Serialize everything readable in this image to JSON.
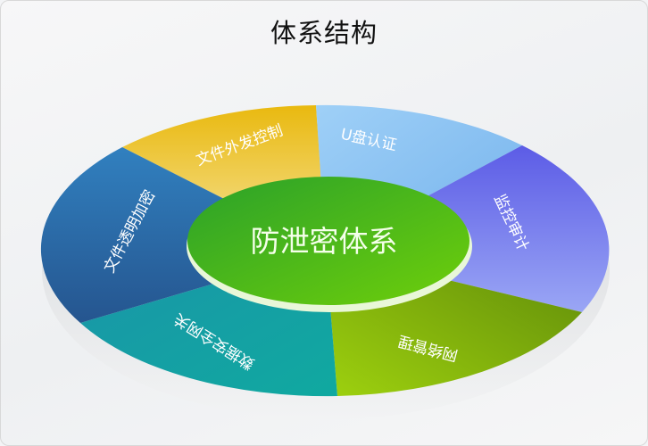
{
  "title": "体系结构",
  "center": {
    "label": "防泄密体系",
    "color": "#3fae1f"
  },
  "segments": [
    {
      "label": "文件外发控制",
      "color": "#f0c52a"
    },
    {
      "label": "U盘认证",
      "color": "#8cc4f2"
    },
    {
      "label": "监控审计",
      "color": "#6f6fe8"
    },
    {
      "label": "网络管理",
      "color": "#7db80e"
    },
    {
      "label": "数据安全网关",
      "color": "#14a3a6"
    },
    {
      "label": "文件透明加密",
      "color": "#2a6fae"
    }
  ]
}
